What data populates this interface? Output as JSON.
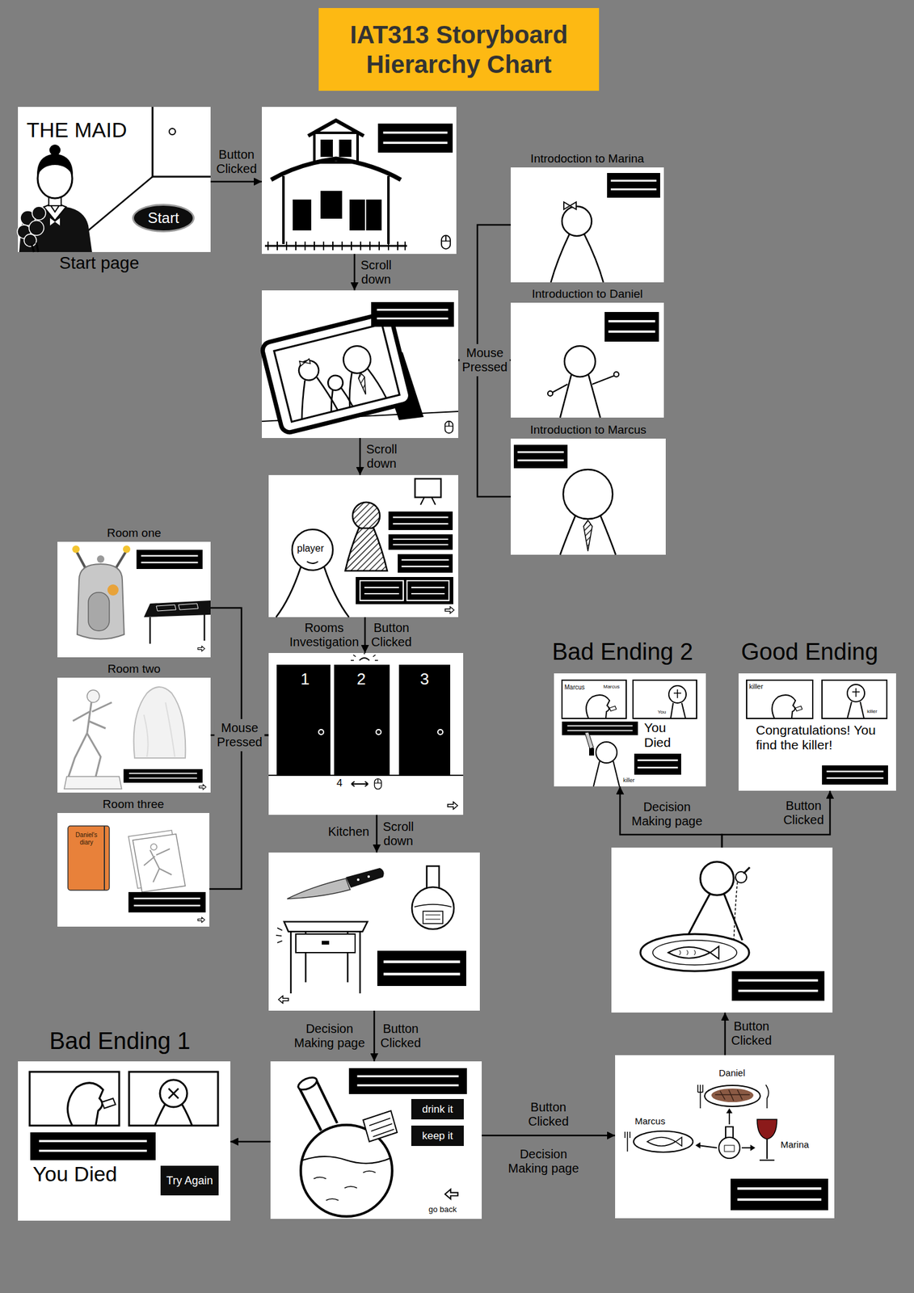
{
  "diagram": {
    "title": "IAT313 Storyboard Hierarchy Chart",
    "nodes": [
      {
        "text": [
          "Start page",
          "THE MAID"
        ]
      },
      {
        "text": [
          "Start"
        ],
        "in": 0
      },
      {
        "text": []
      },
      {
        "text": [
          "Introdoction to Marina"
        ]
      },
      {
        "text": []
      },
      {
        "text": [
          "Introduction to Daniel"
        ]
      },
      {
        "text": [
          "Introduction to Marcus"
        ]
      },
      {
        "text": [
          "player"
        ]
      },
      {
        "text": [
          "Room one"
        ]
      },
      {
        "text": [
          "1",
          "2",
          "3",
          "4"
        ]
      },
      {
        "text": [
          "Room two"
        ]
      },
      {
        "text": [
          "Room three",
          "Daniel's diary"
        ]
      },
      {
        "text": []
      },
      {
        "text": [
          "Bad Ending 2",
          "Marcus",
          "Marcus",
          "You",
          "You Died",
          "killer"
        ]
      },
      {
        "text": [
          "Good Ending",
          "killer",
          "killer",
          "Congratulations! You find the killer!"
        ]
      },
      {
        "text": []
      },
      {
        "text": [
          "Bad Ending 1",
          "You Died"
        ]
      },
      {
        "text": [
          "Try Again"
        ],
        "in": 16
      },
      {
        "text": [
          "go back"
        ]
      },
      {
        "text": [
          "drink it"
        ],
        "in": 18
      },
      {
        "text": [
          "keep it"
        ],
        "in": 18
      },
      {
        "text": [
          "Daniel",
          "Marcus",
          "Marina"
        ]
      }
    ],
    "edges": [
      {
        "from": 0,
        "to": 2,
        "label": "Button Clicked",
        "arrow": "to"
      },
      {
        "from": 2,
        "to": 4,
        "label": "Scroll down",
        "arrow": "to"
      },
      {
        "from": 4,
        "to": 3,
        "arrow": "none"
      },
      {
        "from": 4,
        "to": 5,
        "label": "Mouse Pressed",
        "arrow": "none"
      },
      {
        "from": 4,
        "to": 6,
        "arrow": "none"
      },
      {
        "from": 4,
        "to": 7,
        "label": "Scroll down",
        "arrow": "to"
      },
      {
        "from": 7,
        "to": 9,
        "label": "Button Clicked",
        "arrow": "to"
      },
      {
        "from": 9,
        "to": 8,
        "arrow": "none"
      },
      {
        "from": 9,
        "to": 10,
        "label": "Mouse Pressed",
        "arrow": "none"
      },
      {
        "from": 9,
        "to": 11,
        "arrow": "none"
      },
      {
        "from": 9,
        "to": 12,
        "label": "Scroll down",
        "arrow": "to"
      },
      {
        "from": 12,
        "to": 18,
        "label": "Button Clicked",
        "arrow": "to"
      },
      {
        "from": 18,
        "to": 16,
        "arrow": "to"
      },
      {
        "from": 18,
        "to": 21,
        "label": "Button Clicked",
        "arrow": "to"
      },
      {
        "from": 21,
        "to": 15,
        "label": "Button Clicked",
        "arrow": "to"
      },
      {
        "from": 15,
        "to": 13,
        "arrow": "to"
      },
      {
        "from": 15,
        "to": 14,
        "label": "Button Clicked",
        "arrow": "to"
      }
    ],
    "labels": [
      "Rooms Investigation",
      "Kitchen",
      "Decision Making page",
      "Decision Making page",
      "Decision Making page"
    ]
  }
}
